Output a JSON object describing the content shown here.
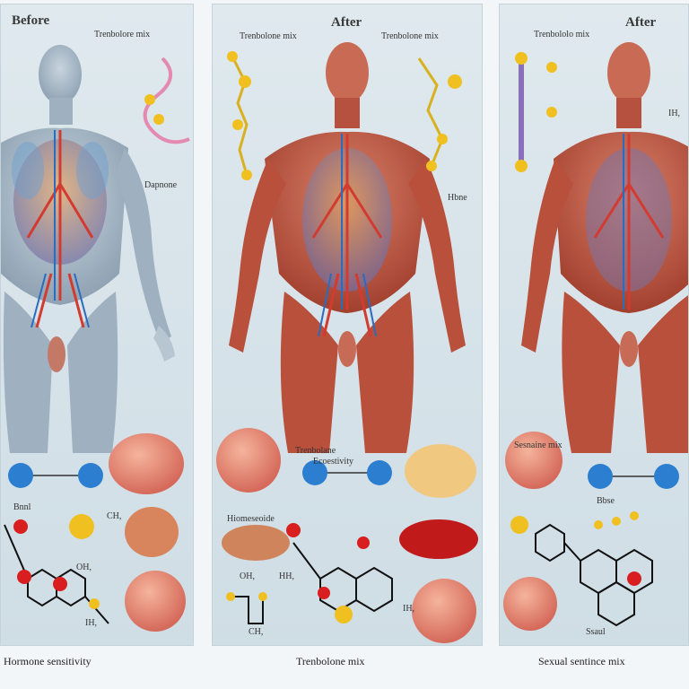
{
  "panels": [
    {
      "title": "Before",
      "labels": [
        "Trenbolore mix",
        "Dapnone",
        "Bnnl",
        "CH,",
        "OH,",
        "IH,"
      ],
      "caption": "Hormone sensitivity"
    },
    {
      "title": "After",
      "labels": [
        "Trenbolone mix",
        "Trenbolone mix",
        "Hbne",
        "Trenbolane",
        "Ecoestivity",
        "Hiomeseoide",
        "OH,",
        "HH,",
        "CH,",
        "IH,"
      ],
      "caption": "Trenbolone mix"
    },
    {
      "title": "After",
      "labels": [
        "Trenbololo mix",
        "Sesnaine mix",
        "Bbse",
        "IH,",
        "Ssaul"
      ],
      "caption": "Sexual sentince mix"
    }
  ],
  "colors": {
    "skin_before": "#a9b9c7",
    "skin_after": "#c25a46",
    "vein_red": "#d23b30",
    "vein_blue": "#2d6bbd",
    "molecule_blue": "#2c7fd0",
    "molecule_yellow": "#f0c020",
    "molecule_red": "#d81e1e"
  },
  "icons": [
    "anatomy-figure",
    "molecule-chain",
    "cell-sphere",
    "hexagon-molecule"
  ]
}
